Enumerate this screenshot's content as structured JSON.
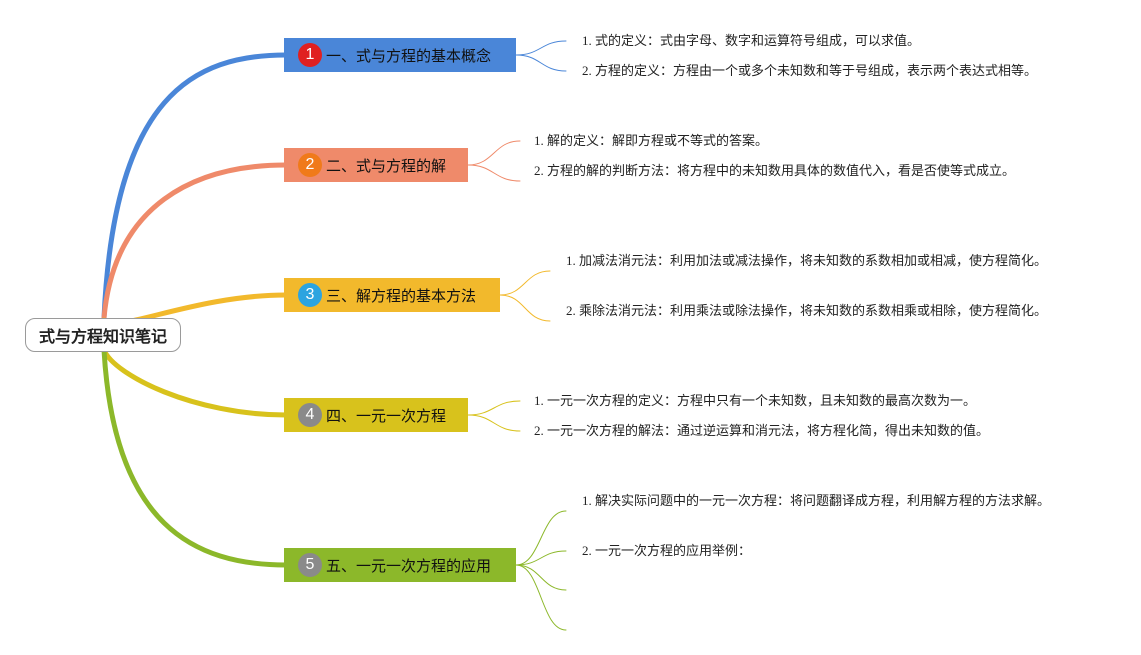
{
  "root": {
    "label": "式与方程知识笔记"
  },
  "branches": [
    {
      "index": "1",
      "label": "一、式与方程的基本概念",
      "color": "#4a86d8",
      "badge_color": "#e02020",
      "leaves": [
        "1. 式的定义：式由字母、数字和运算符号组成，可以求值。",
        "2. 方程的定义：方程由一个或多个未知数和等于号组成，表示两个表达式相等。"
      ]
    },
    {
      "index": "2",
      "label": "二、式与方程的解",
      "color": "#ef8a6a",
      "badge_color": "#f07a1a",
      "leaves": [
        "1. 解的定义：解即方程或不等式的答案。",
        "2. 方程的解的判断方法：将方程中的未知数用具体的数值代入，看是否使等式成立。"
      ]
    },
    {
      "index": "3",
      "label": "三、解方程的基本方法",
      "color": "#f2b92c",
      "badge_color": "#2ca4e0",
      "leaves": [
        "1. 加减法消元法：利用加法或减法操作，将未知数的系数相加或相减，使方程简化。",
        "2. 乘除法消元法：利用乘法或除法操作，将未知数的系数相乘或相除，使方程简化。"
      ]
    },
    {
      "index": "4",
      "label": "四、一元一次方程",
      "color": "#d8c21c",
      "badge_color": "#8a8a8a",
      "leaves": [
        "1. 一元一次方程的定义：方程中只有一个未知数，且未知数的最高次数为一。",
        "2. 一元一次方程的解法：通过逆运算和消元法，将方程化简，得出未知数的值。"
      ]
    },
    {
      "index": "5",
      "label": "五、一元一次方程的应用",
      "color": "#8cb82a",
      "badge_color": "#8a8a8a",
      "leaves": [
        "1. 解决实际问题中的一元一次方程：将问题翻译成方程，利用解方程的方法求解。",
        "2. 一元一次方程的应用举例：",
        "",
        ""
      ]
    }
  ]
}
